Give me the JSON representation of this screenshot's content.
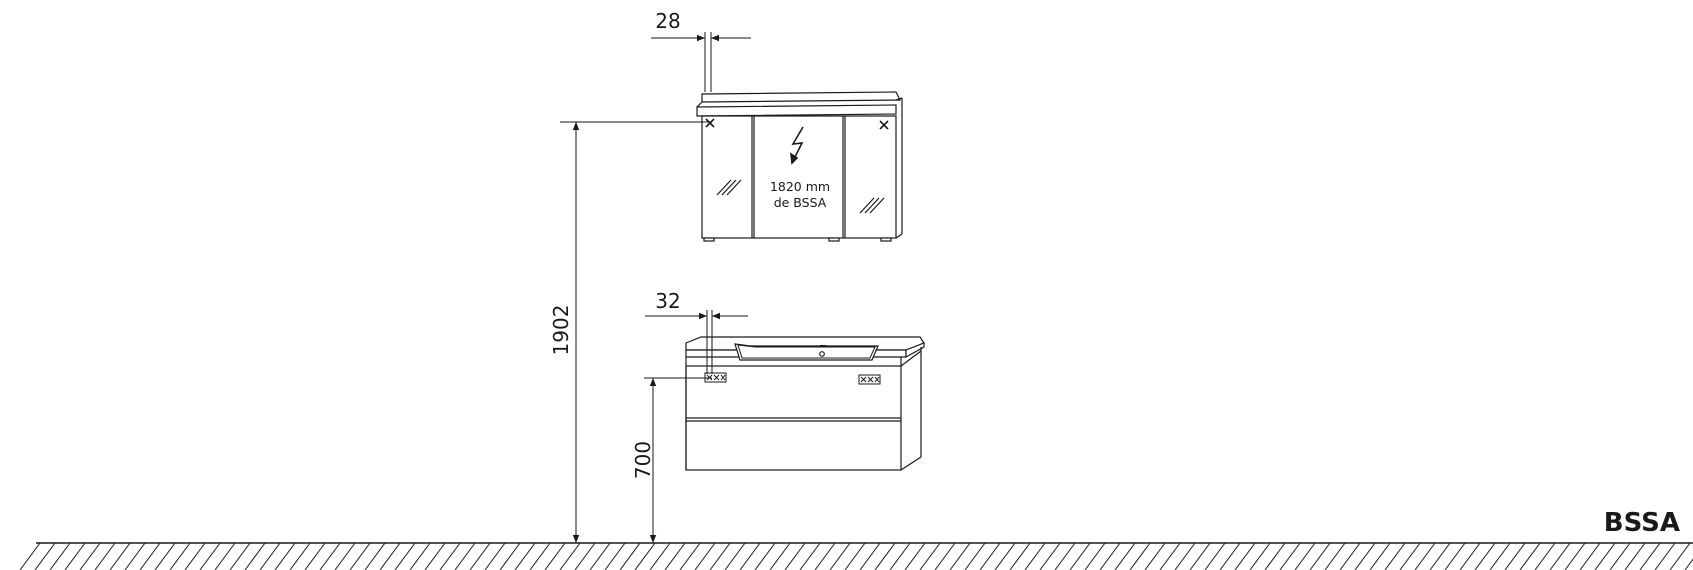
{
  "mirror_depth": "28",
  "vanity_depth": "32",
  "total_height": "1902",
  "vanity_height": "700",
  "outlet_note": {
    "line1": "1820 mm",
    "line2": "de BSSA"
  },
  "reference": "BSSA",
  "colors": {
    "line": "#1a1a1a",
    "background": "#ffffff"
  }
}
